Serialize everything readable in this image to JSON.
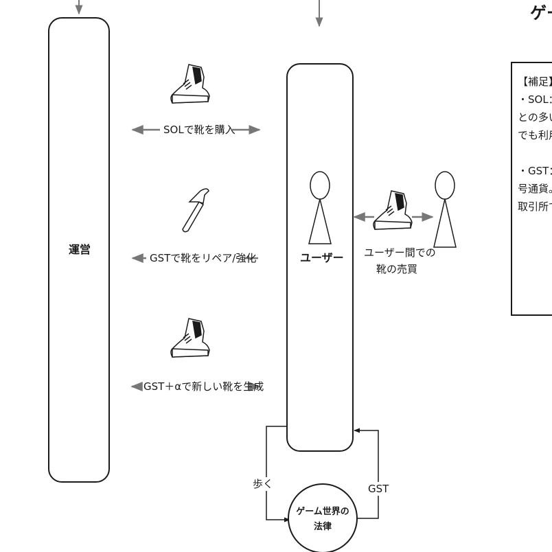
{
  "diagram": {
    "nodes": {
      "operator": "運営",
      "user": "ユーザー",
      "game_law": "ゲーム世界の\n法律"
    },
    "arrows": {
      "buy_shoes": "SOLで靴を購入",
      "repair": "GSTで靴をリペア/強化",
      "mint": "GST＋αで新しい靴を生成",
      "trade_line1": "ユーザー間での",
      "trade_line2": "靴の売買",
      "walk": "歩く",
      "gst": "GST"
    },
    "header_partial": "ゲー",
    "notes": {
      "title": "【補足】",
      "lines": [
        "・SOL：",
        "との多い",
        "でも利用",
        "",
        "・GST：",
        "号通貨。",
        "取引所で"
      ]
    },
    "icons": [
      "sneaker-icon",
      "hammer-icon",
      "sneaker-icon",
      "sneaker-icon",
      "person-icon",
      "person-icon"
    ],
    "colors": {
      "line": "#1a1a1a",
      "arrow": "#777777"
    }
  }
}
